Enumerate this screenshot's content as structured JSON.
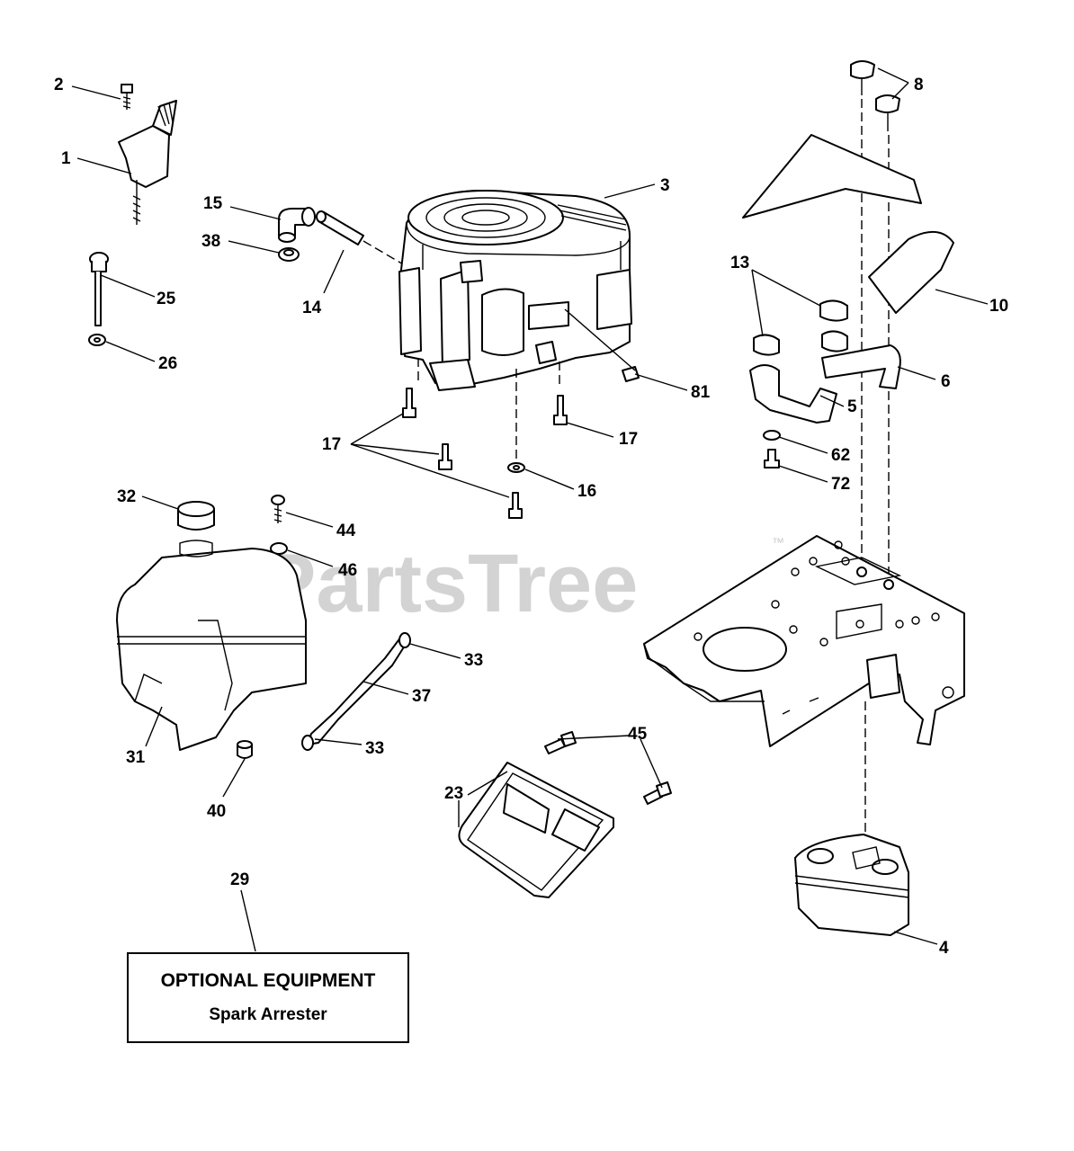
{
  "watermark": {
    "text": "PartsTree",
    "mark": "™"
  },
  "callouts": {
    "c1": "1",
    "c2": "2",
    "c3": "3",
    "c4": "4",
    "c5": "5",
    "c6": "6",
    "c8": "8",
    "c10": "10",
    "c13": "13",
    "c14": "14",
    "c15": "15",
    "c16": "16",
    "c17a": "17",
    "c17b": "17",
    "c23": "23",
    "c25": "25",
    "c26": "26",
    "c29": "29",
    "c31": "31",
    "c32": "32",
    "c33a": "33",
    "c33b": "33",
    "c37": "37",
    "c38": "38",
    "c40": "40",
    "c44": "44",
    "c45": "45",
    "c46": "46",
    "c62": "62",
    "c72": "72",
    "c81": "81"
  },
  "optional_box": {
    "title": "OPTIONAL EQUIPMENT",
    "subtitle": "Spark Arrester"
  }
}
